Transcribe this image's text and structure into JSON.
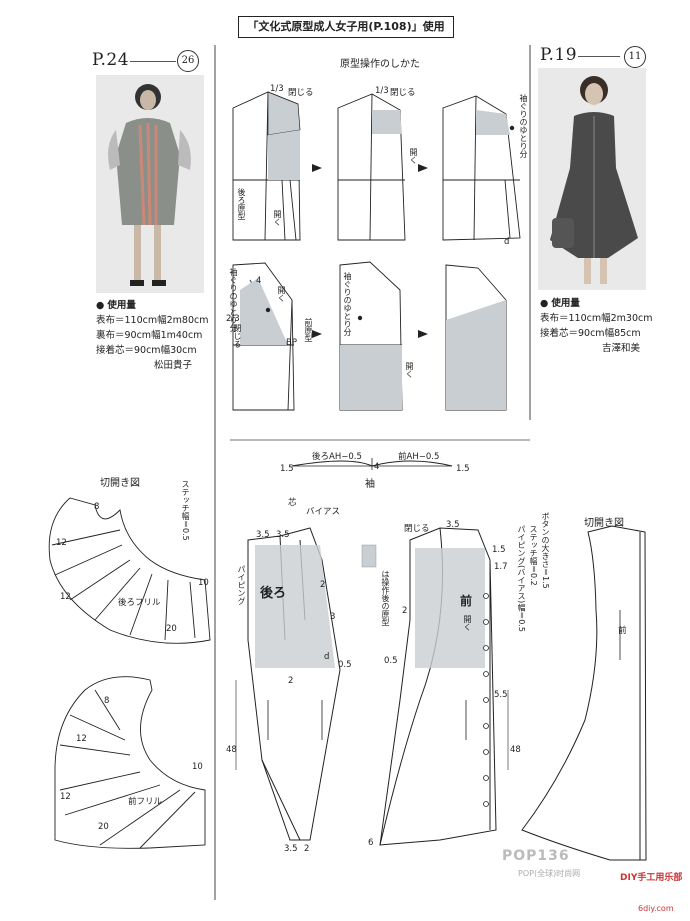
{
  "header": {
    "title": "「文化式原型成人女子用(P.108)」使用"
  },
  "left_model": {
    "page": "P.24",
    "num": "26",
    "spec_title": "使用量",
    "specs": [
      "表布＝110cm幅2m80cm",
      "裏布＝90cm幅1m40cm",
      "接着芯＝90cm幅30cm"
    ],
    "designer": "松田貴子"
  },
  "right_model": {
    "page": "P.19",
    "num": "11",
    "spec_title": "使用量",
    "specs": [
      "表布＝110cm幅2m30cm",
      "接着芯＝90cm幅85cm"
    ],
    "designer": "吉澤和美"
  },
  "method": {
    "title": "原型操作のしかた",
    "back_label": "後ろ原型",
    "open": "開く",
    "close": "閉じる",
    "third": "1/3",
    "two_thirds": "2/3",
    "ease": "袖ぐりのゆとり分",
    "front_label": "前原型",
    "bp": "BP",
    "four": "4",
    "d": "d"
  },
  "sleeve": {
    "label": "袖",
    "back_ah": "後ろAH−0.5",
    "front_ah": "前AH−0.5",
    "m15a": "1.5",
    "m15b": "1.5",
    "m4": "4"
  },
  "kiriake_left": {
    "title": "切開き図",
    "stitch": "ステッチ幅＝0.5",
    "back_frill": "後ろフリル",
    "front_frill": "前フリル",
    "n8": "8",
    "n12": "12",
    "n10": "10",
    "n20": "20"
  },
  "kiriake_right": {
    "title": "切開き図",
    "front": "前"
  },
  "main_pattern": {
    "back": "後ろ",
    "front": "前",
    "shin": "芯",
    "bias": "バイアス",
    "piping": "パイピング",
    "legend": "は操作後の原型",
    "close": "閉じる",
    "open": "開く",
    "button_size": "ボタンの大きさ＝1.5",
    "stitch": "ステッチ幅＝0.2",
    "piping_note": "パイピング(バイアス)幅＝0.5",
    "m35": "3.5",
    "m15": "1.5",
    "m17": "1.7",
    "m05": "0.5",
    "m3": "3",
    "m2": "2",
    "m55": "5.5",
    "m48": "48",
    "m6": "6",
    "d": "d"
  },
  "watermark": {
    "brand": "POP136",
    "sub": "POP(全球)时尚网",
    "site": "DIY手工用乐部",
    "url": "6diy.com"
  }
}
